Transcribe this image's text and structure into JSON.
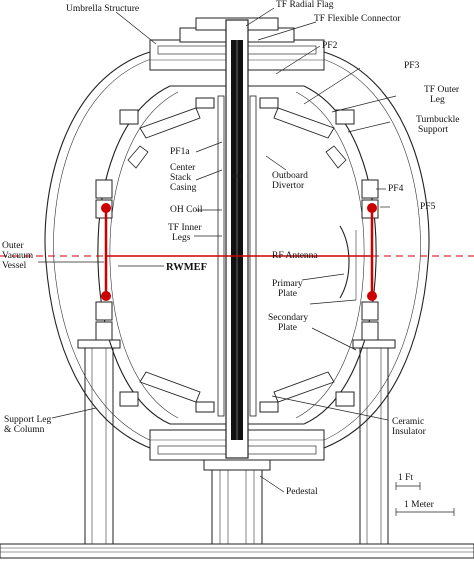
{
  "labels": {
    "umbrella_structure": "Umbrella Structure",
    "tf_radial_flag": "TF Radial Flag",
    "tf_flexible_connector": "TF Flexible Connector",
    "pf2": "PF2",
    "pf3": "PF3",
    "tf_outer_leg_1": "TF Outer",
    "tf_outer_leg_2": "Leg",
    "turnbuckle_1": "Turnbuckle",
    "turnbuckle_2": "Support",
    "pf1a": "PF1a",
    "center_stack_1": "Center",
    "center_stack_2": "Stack",
    "center_stack_3": "Casing",
    "outboard_divertor_1": "Outboard",
    "outboard_divertor_2": "Divertor",
    "pf4": "PF4",
    "pf5": "PF5",
    "oh_coil": "OH Coil",
    "tf_inner_1": "TF Inner",
    "tf_inner_2": "Legs",
    "outer_vessel_1": "Outer",
    "outer_vessel_2": "Vacuum",
    "outer_vessel_3": "Vessel",
    "rwmef": "RWMEF",
    "rf_antenna": "RF Antenna",
    "primary_plate_1": "Primary",
    "primary_plate_2": "Plate",
    "secondary_plate_1": "Secondary",
    "secondary_plate_2": "Plate",
    "support_leg_1": "Support Leg",
    "support_leg_2": "& Column",
    "ceramic_1": "Ceramic",
    "ceramic_2": "Insulator",
    "pedestal": "Pedestal",
    "scale_ft": "1 Ft",
    "scale_m": "1 Meter"
  },
  "colors": {
    "ink": "#222222",
    "highlight": "#cc0000",
    "background": "#ffffff"
  }
}
